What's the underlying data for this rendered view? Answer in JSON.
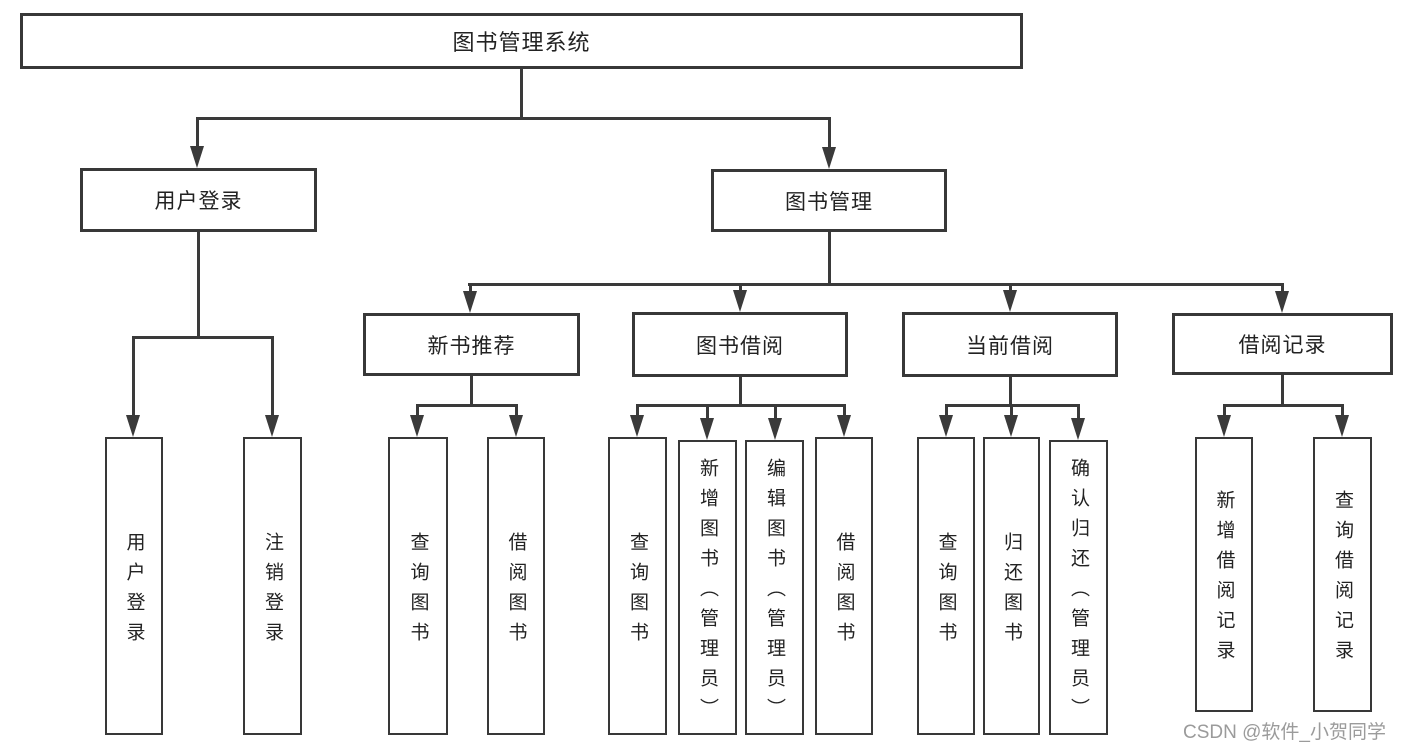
{
  "diagram": {
    "title": "图书管理系统",
    "root": {
      "label": "图书管理系统"
    },
    "level2": [
      {
        "label": "用户登录"
      },
      {
        "label": "图书管理"
      }
    ],
    "level3": [
      {
        "label": "新书推荐"
      },
      {
        "label": "图书借阅"
      },
      {
        "label": "当前借阅"
      },
      {
        "label": "借阅记录"
      }
    ],
    "leaves": {
      "user_login": [
        "用户登录",
        "注销登录"
      ],
      "new_book_recommend": [
        "查询图书",
        "借阅图书"
      ],
      "book_borrow": [
        "查询图书",
        "新增图书（管理员）",
        "编辑图书（管理员）",
        "借阅图书"
      ],
      "current_borrow": [
        "查询图书",
        "归还图书",
        "确认归还（管理员）"
      ],
      "borrow_records": [
        "新增借阅记录",
        "查询借阅记录"
      ]
    }
  },
  "watermark": "CSDN @软件_小贺同学",
  "colors": {
    "line": "#3a3a3a",
    "box_border": "#383838",
    "box_bg": "#ffffff",
    "text": "#222222",
    "watermark": "#9b9b9b"
  }
}
